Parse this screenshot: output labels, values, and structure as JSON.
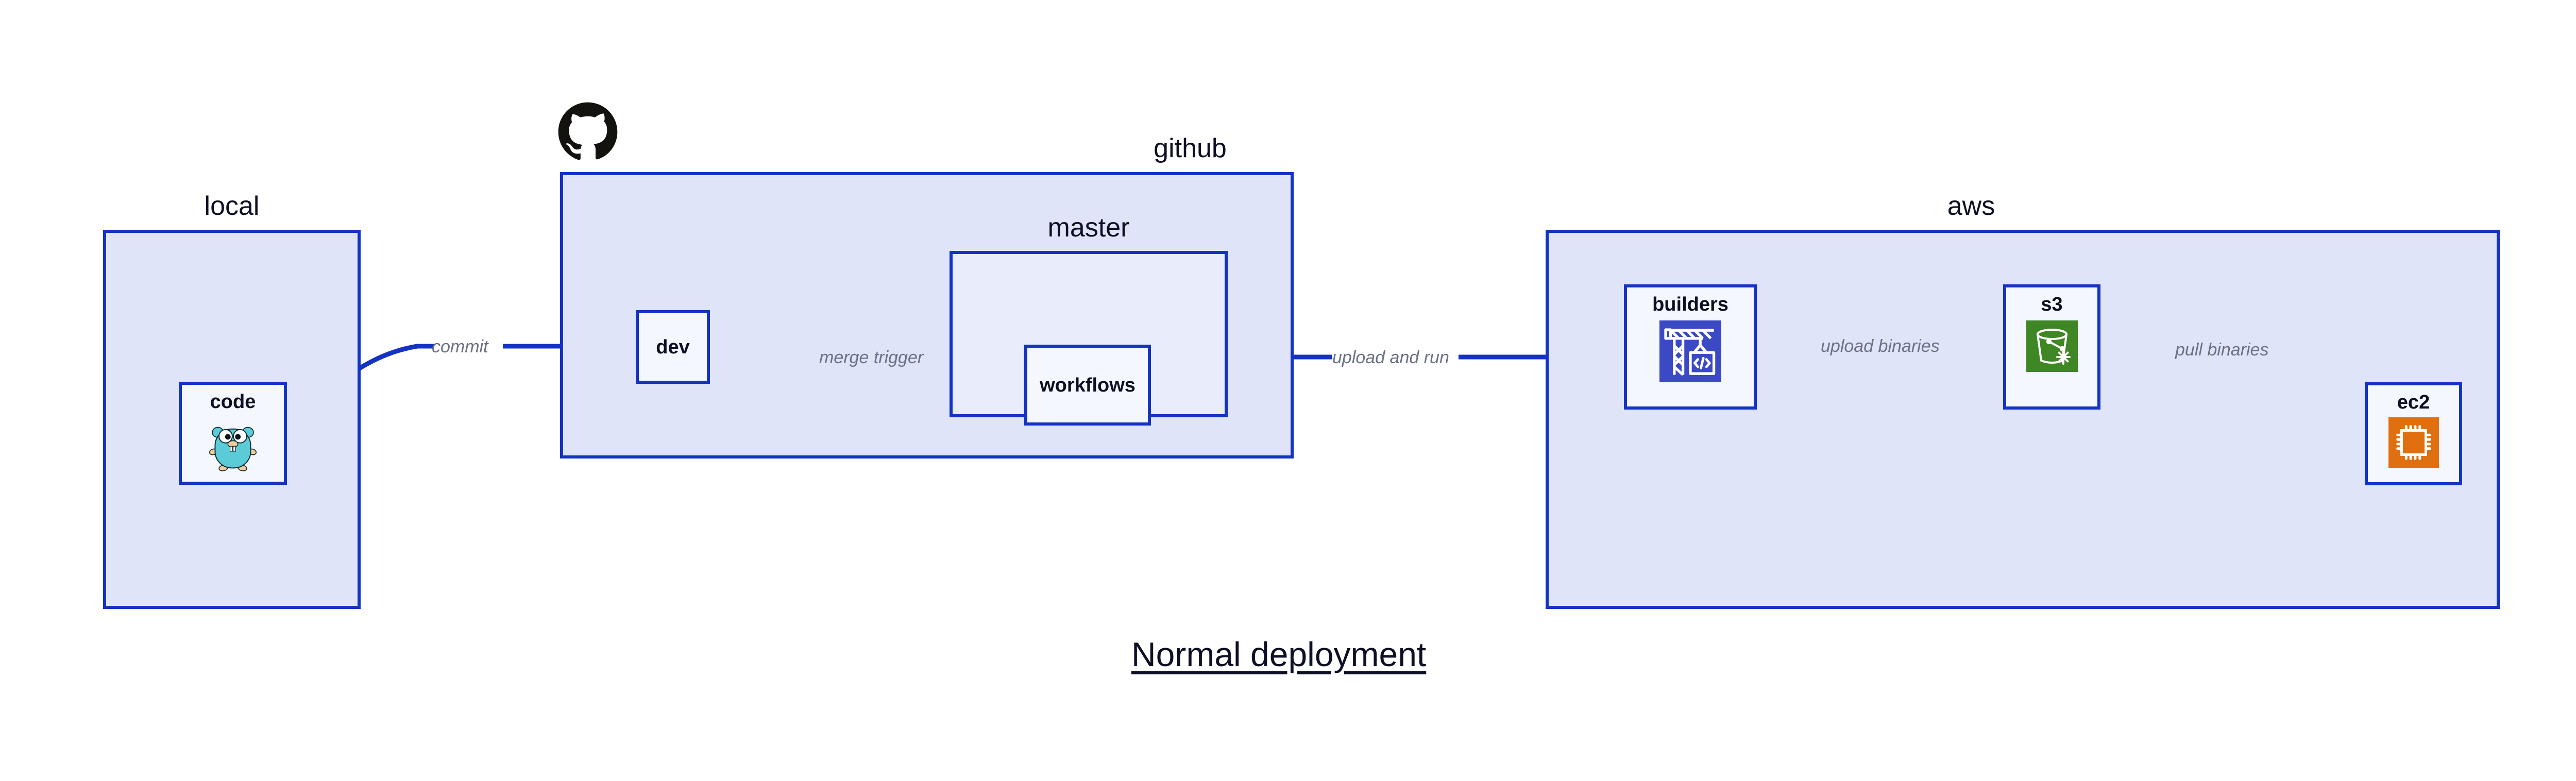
{
  "diagram": {
    "title": "Normal deployment",
    "accent_color": "#1433c4",
    "group_fill": "#dfe4f9",
    "node_fill": "#f4f7fe",
    "label_color": "#0d1025",
    "edge_label_color": "#6a7086"
  },
  "groups": [
    {
      "id": "local",
      "label": "local"
    },
    {
      "id": "github",
      "label": "github"
    },
    {
      "id": "master",
      "label": "master"
    },
    {
      "id": "aws",
      "label": "aws"
    }
  ],
  "nodes": [
    {
      "id": "code",
      "label": "code",
      "icon": "go-gopher-icon",
      "icon_color": "#5bcbd8"
    },
    {
      "id": "dev",
      "label": "dev",
      "icon": "none",
      "icon_color": ""
    },
    {
      "id": "workflows",
      "label": "workflows",
      "icon": "none",
      "icon_color": ""
    },
    {
      "id": "builders",
      "label": "builders",
      "icon": "crane-code-icon",
      "icon_color": "#3b4ac4"
    },
    {
      "id": "s3",
      "label": "s3",
      "icon": "s3-bucket-icon",
      "icon_color": "#3f8624"
    },
    {
      "id": "ec2",
      "label": "ec2",
      "icon": "cpu-chip-icon",
      "icon_color": "#e0700f"
    }
  ],
  "edges": [
    {
      "id": "code-to-dev",
      "label": "commit",
      "from": "code",
      "to": "dev"
    },
    {
      "id": "dev-to-workflows",
      "label": "merge trigger",
      "from": "dev",
      "to": "workflows"
    },
    {
      "id": "workflows-to-builders",
      "label": "upload and run",
      "from": "workflows",
      "to": "builders"
    },
    {
      "id": "builders-to-s3",
      "label": "upload binaries",
      "from": "builders",
      "to": "s3"
    },
    {
      "id": "s3-to-ec2",
      "label": "pull binaries",
      "from": "s3",
      "to": "ec2"
    }
  ],
  "logos": [
    {
      "id": "github-logo",
      "name": "github-octocat-logo",
      "color": "#14120f"
    }
  ]
}
